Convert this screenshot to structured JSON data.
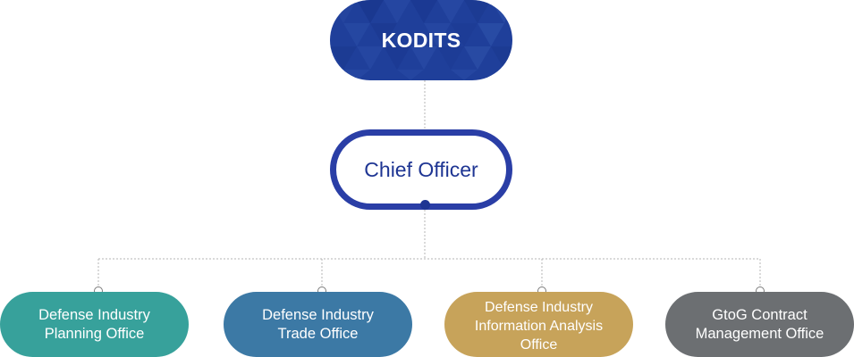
{
  "org_chart": {
    "root": {
      "label": "KODITS",
      "color": "#1f3f9a"
    },
    "chief": {
      "label": "Chief Officer",
      "border_color": "#2a3ea6",
      "text_color": "#1e3593"
    },
    "offices": [
      {
        "label": "Defense Industry\nPlanning Office",
        "color": "#37a19b"
      },
      {
        "label": "Defense Industry\nTrade Office",
        "color": "#3c79a5"
      },
      {
        "label": "Defense Industry\nInformation Analysis\nOffice",
        "color": "#c7a35a"
      },
      {
        "label": "GtoG Contract\nManagement Office",
        "color": "#6c6f72"
      }
    ],
    "connector_color": "#b5b5b5"
  }
}
